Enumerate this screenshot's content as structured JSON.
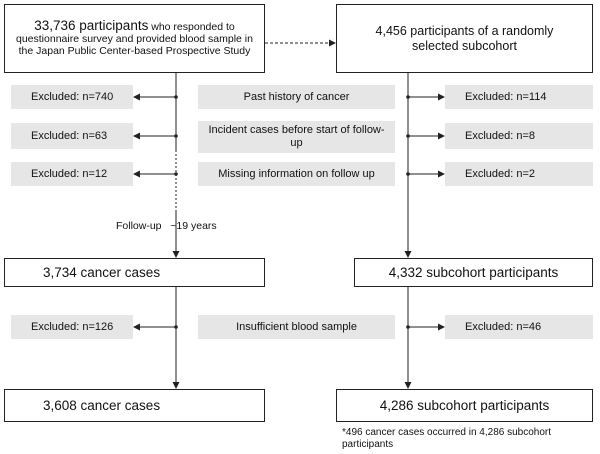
{
  "boxes": {
    "top_left": {
      "count": "33,736 participants",
      "text": " who responded to questionnaire survey and provided blood sample in the Japan Public Center-based Prospective Study"
    },
    "top_right": "4,456 participants of a randomly selected subcohort",
    "cancer_cases_1": "3,734 cancer cases",
    "subcohort_1": "4,332 subcohort participants",
    "cancer_cases_2": "3,608 cancer cases",
    "subcohort_2": "4,286 subcohort participants"
  },
  "exclusion_rows": [
    {
      "left": "Excluded: n=740",
      "reason": "Past history of cancer",
      "right": "Excluded: n=114"
    },
    {
      "left": "Excluded: n=63",
      "reason": "Incident cases before start of follow-up",
      "right": "Excluded: n=8"
    },
    {
      "left": "Excluded: n=12",
      "reason": "Missing information on follow up",
      "right": "Excluded: n=2"
    },
    {
      "left": "Excluded: n=126",
      "reason": "Insufficient blood sample",
      "right": "Excluded: n=46"
    }
  ],
  "followup": "Follow-up   ~19 years",
  "footnote": "*496 cancer cases occurred in 4,286 subcohort participants"
}
